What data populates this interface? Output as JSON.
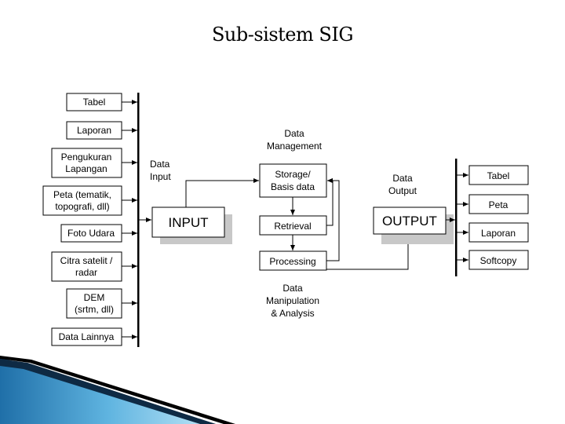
{
  "slide": {
    "title": "Sub-sistem SIG"
  },
  "inputs": [
    {
      "line1": "Tabel",
      "line2": ""
    },
    {
      "line1": "Laporan",
      "line2": ""
    },
    {
      "line1": "Pengukuran",
      "line2": "Lapangan"
    },
    {
      "line1": "Peta (tematik,",
      "line2": "topografi, dll)"
    },
    {
      "line1": "Foto Udara",
      "line2": ""
    },
    {
      "line1": "Citra satelit /",
      "line2": "radar"
    },
    {
      "line1": "DEM",
      "line2": "(srtm, dll)"
    },
    {
      "line1": "Data Lainnya",
      "line2": ""
    }
  ],
  "outputs": [
    "Tabel",
    "Peta",
    "Laporan",
    "Softcopy"
  ],
  "labels": {
    "data_input": [
      "Data",
      "Input"
    ],
    "data_management": [
      "Data",
      "Management"
    ],
    "data_output": [
      "Data",
      "Output"
    ],
    "data_manipulation": [
      "Data",
      "Manipulation",
      "& Analysis"
    ]
  },
  "core": {
    "input": "INPUT",
    "output": "OUTPUT",
    "storage": [
      "Storage/",
      "Basis data"
    ],
    "retrieval": "Retrieval",
    "processing": "Processing"
  },
  "colors": {
    "accent_blue": "#2a7fb8",
    "accent_light": "#9fd3ee"
  }
}
